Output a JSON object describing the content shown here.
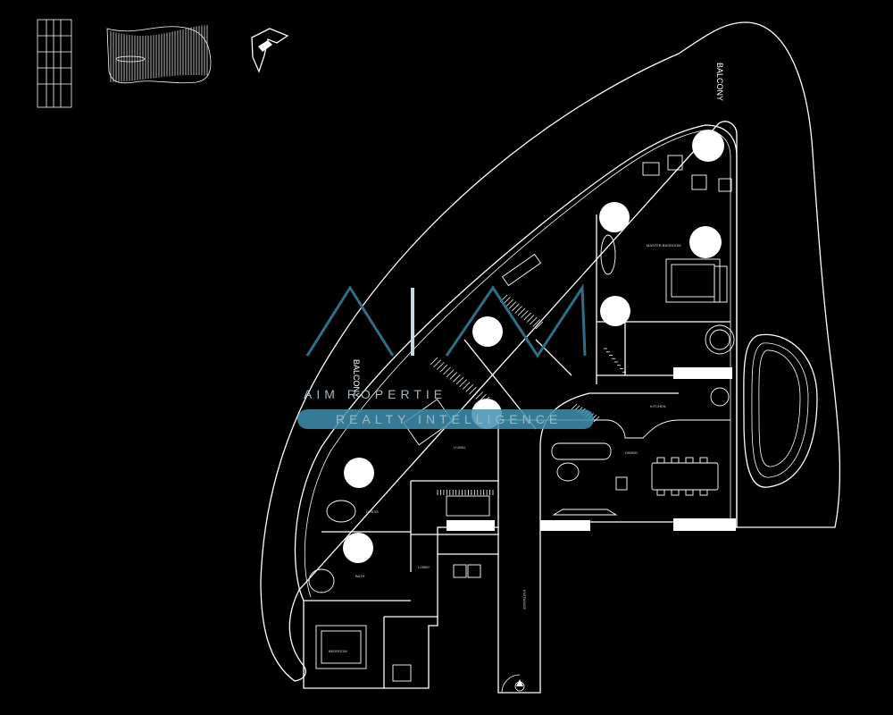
{
  "plan": {
    "balcony_label": "BALCONY",
    "rooms": {
      "master_bedroom": "MASTER BEDROOM",
      "living": "LIVING",
      "dining": "DINING",
      "kitchen": "KITCHEN",
      "dress": "DRESS",
      "bath": "BATH",
      "bedroom": "BEDROOM",
      "lobby": "LOBBY",
      "entrance": "ENTRANCE"
    }
  },
  "watermark": {
    "brand": "AIM",
    "partial_text": "AIM   ROPERTIE",
    "tagline": "REALTY INTELLIGENCE"
  }
}
